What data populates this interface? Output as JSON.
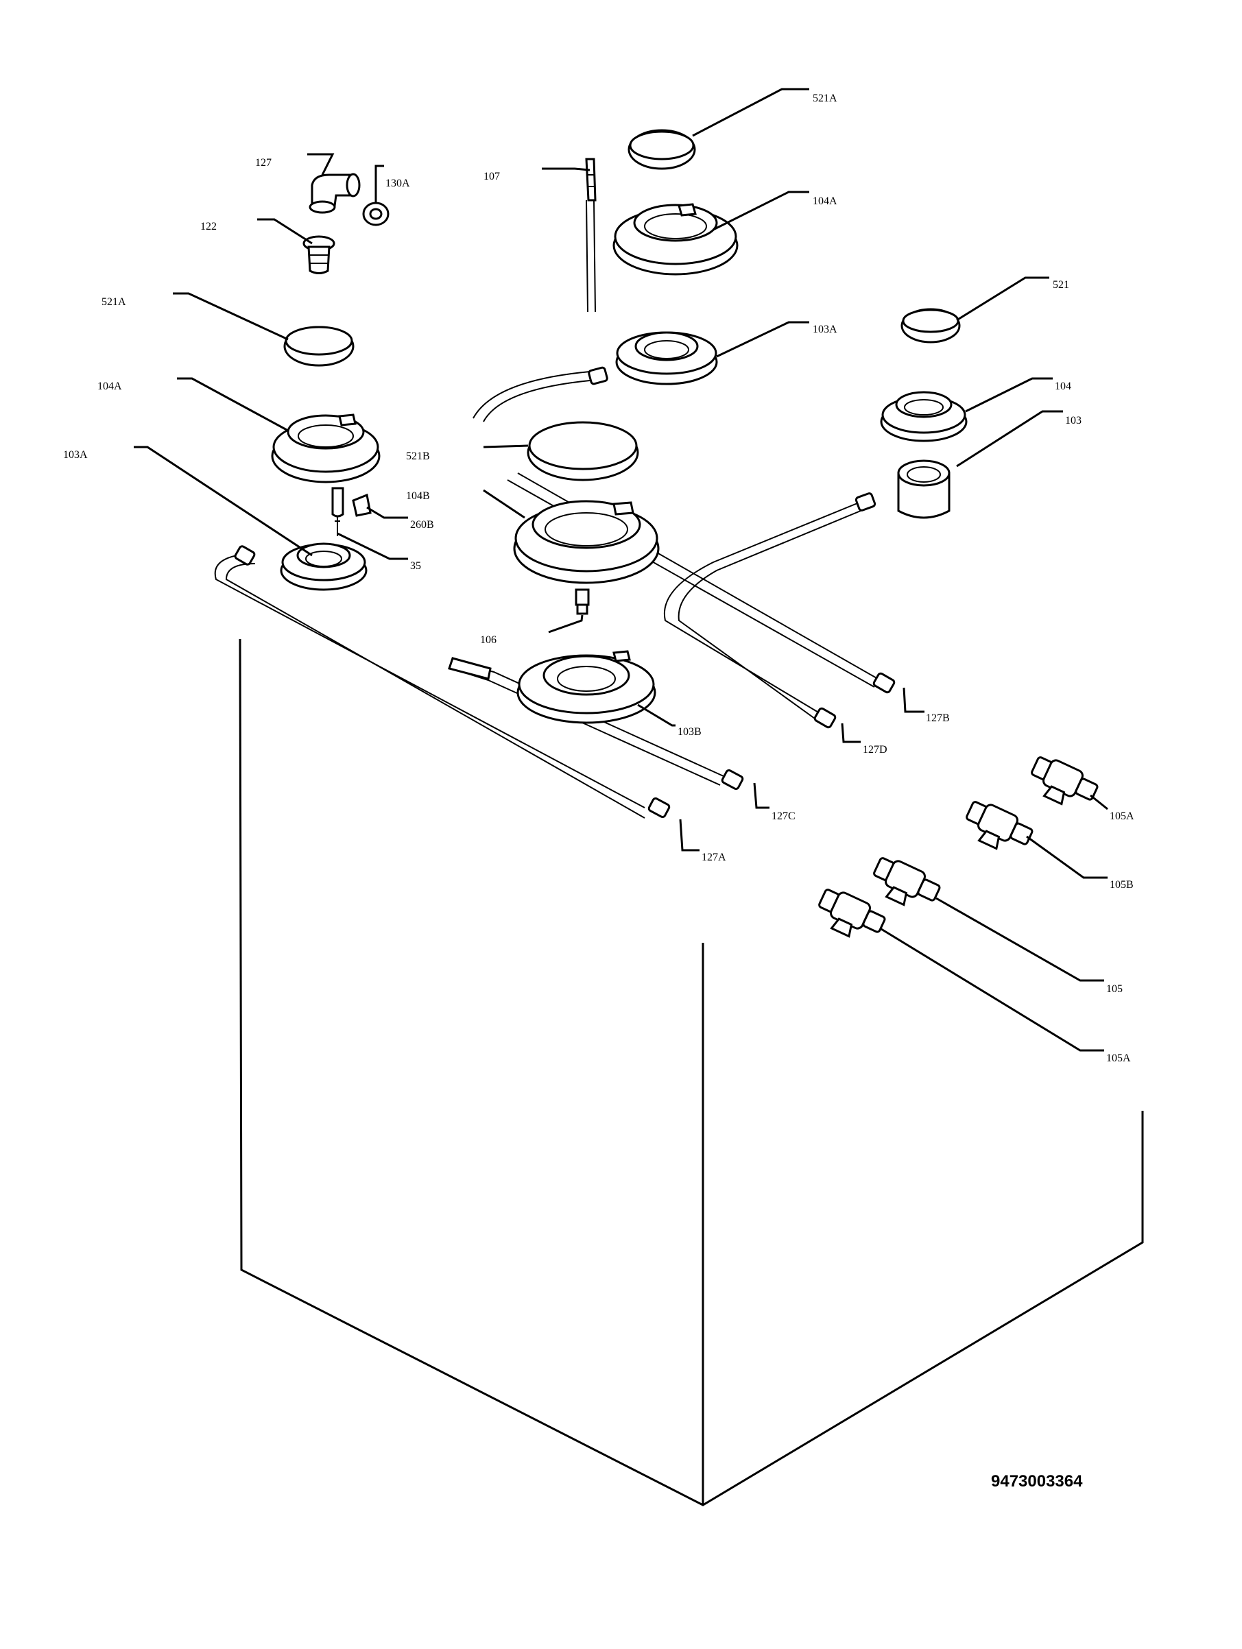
{
  "labels": {
    "l521a_top": [
      "521",
      "A"
    ],
    "l127": [
      "127",
      ""
    ],
    "l130a": [
      "130",
      "A"
    ],
    "l107": [
      "107",
      ""
    ],
    "l104a_top": [
      "104",
      "A"
    ],
    "l122": [
      "122",
      ""
    ],
    "l521": [
      "521",
      ""
    ],
    "l521a_left": [
      "521",
      "A"
    ],
    "l103a_top": [
      "103",
      "A"
    ],
    "l104a_left": [
      "104",
      "A"
    ],
    "l104": [
      "104",
      ""
    ],
    "l103": [
      "103",
      ""
    ],
    "l521b": [
      "521",
      "B"
    ],
    "l103a_left": [
      "103",
      "A"
    ],
    "l104b": [
      "104",
      "B"
    ],
    "l260b": [
      "260",
      "B"
    ],
    "l35": [
      "35",
      ""
    ],
    "l106": [
      "106",
      ""
    ],
    "l127b": [
      "127",
      "B"
    ],
    "l103b": [
      "103",
      "B"
    ],
    "l127d": [
      "127",
      "D"
    ],
    "l127c": [
      "127",
      "C"
    ],
    "l105a_top": [
      "105",
      "A"
    ],
    "l127a": [
      "127",
      "A"
    ],
    "l105b": [
      "105",
      "B"
    ],
    "l105": [
      "105",
      ""
    ],
    "l105a_bottom": [
      "105",
      "A"
    ]
  },
  "document_number": "9473003364"
}
